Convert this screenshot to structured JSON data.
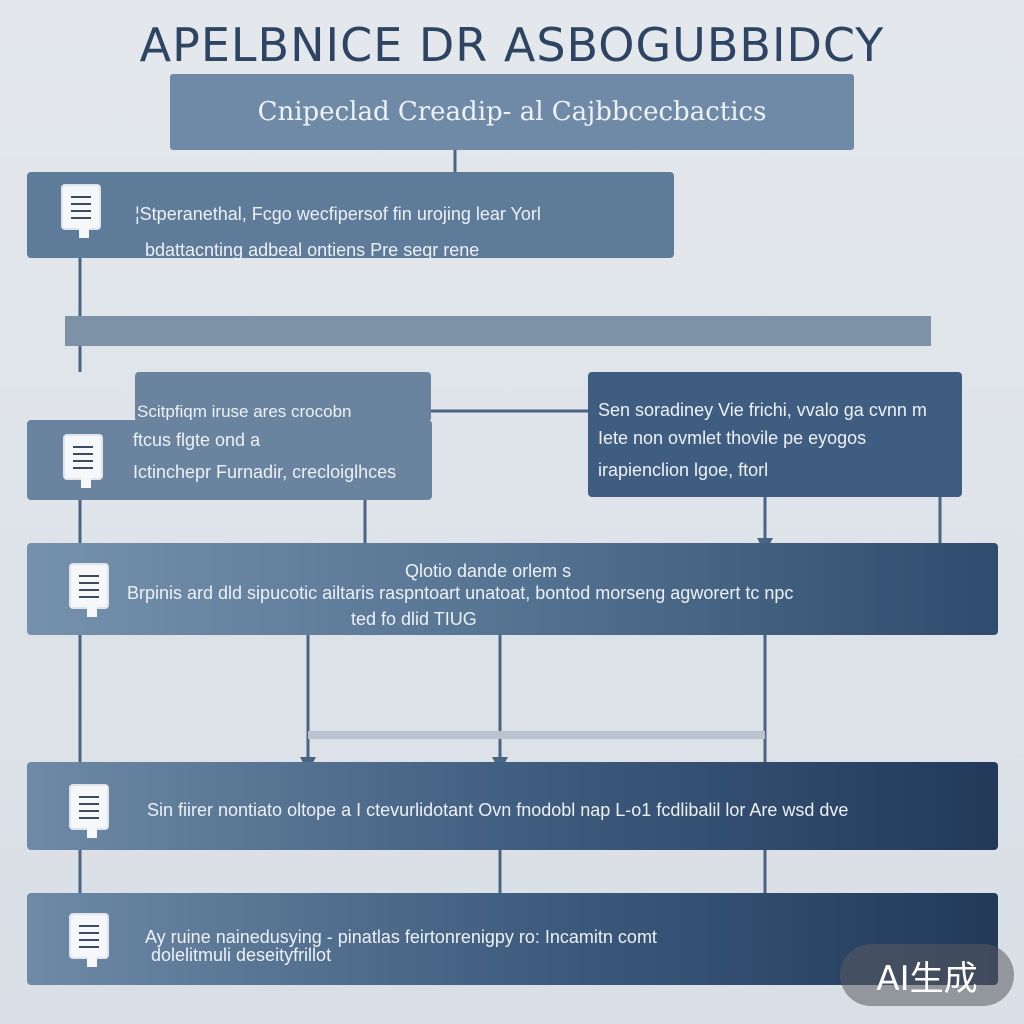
{
  "diagram": {
    "title": "APELBNICE DR ASBOGUBBIDCY",
    "subtitle": "Cnipeclad Creadip- al Cajbbcecbactics",
    "step1": {
      "line1": "¦Stperanethal, Fcgo wecfipersof fin urojing lear Yorl",
      "line2": "bdattacnting adbeal ontiens Pre seqr rene"
    },
    "step2": {
      "header": "Scitpfiqm iruse ares crocobn",
      "line1": "ftcus flgte ond a",
      "line2": "Ictinchepr Furnadir, crecloiglhces"
    },
    "step3": {
      "line1": "Sen soradiney Vie frichi, vvalo ga cvnn m",
      "line2": "Iete non ovmlet thovile pe eyogos",
      "line3": "irapienclion lgoe, ftorl"
    },
    "step4": {
      "header": "Qlotio dande orlem s",
      "line1": "Brpinis    ard dld sipucotic ailtaris raspntoart unatoat, bontod morseng agworert tc npc",
      "line2": "ted fo dlid TIUG"
    },
    "step5": {
      "line1": "Sin fiirer nontiato oltope a  I ctevurlidotant Ovn fnodobl nap L-o1 fcdlibalil lor Are wsd dve"
    },
    "step6": {
      "line1": "Ay ruine nainedusying - pinatlas feirtonrenigpy ro: Incamitn comt",
      "line2": "dolelitmuli    deseityfrillot"
    },
    "watermark": "AI生成",
    "colors": {
      "title": "#2d4562",
      "box_light": "#6f8aa6",
      "box_dark": "#22395a",
      "connector": "#4a6583",
      "background": "#e1e6eb"
    },
    "icons": [
      "document-icon"
    ]
  }
}
